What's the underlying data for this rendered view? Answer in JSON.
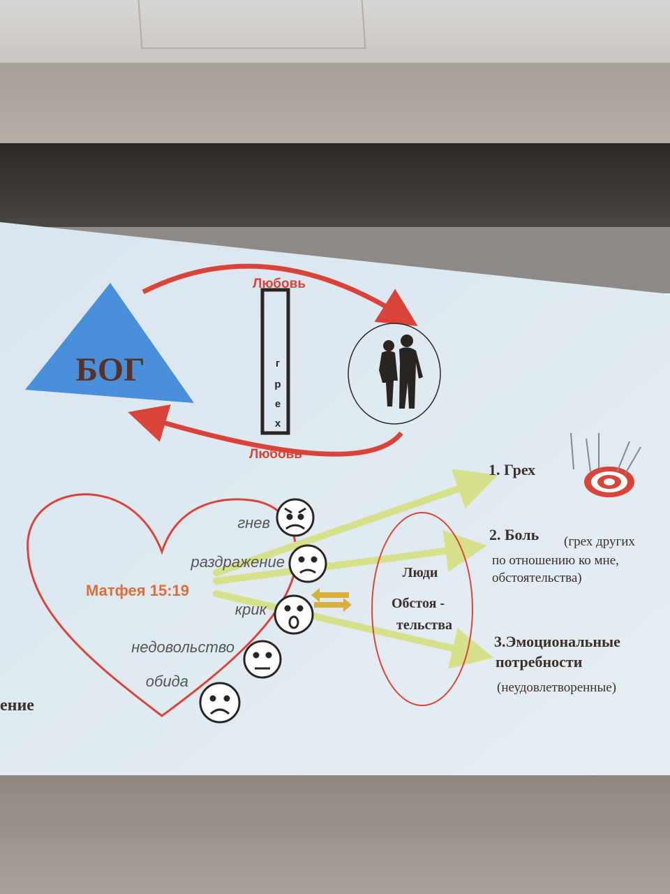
{
  "slide": {
    "god_label": "БОГ",
    "love_top": "Любовь",
    "love_bottom": "Любовь",
    "sin_letters": [
      "г",
      "р",
      "е",
      "х"
    ],
    "emotions": [
      "гнев",
      "раздражение",
      "крик",
      "недовольство",
      "обида"
    ],
    "scripture": "Матфея 15:19",
    "oval_people": "Люди",
    "oval_circ_1": "Обстоя -",
    "oval_circ_2": "тельства",
    "item1": "1. Грех",
    "item2_bold": "2. Боль",
    "item2_rest_1": "(грех других",
    "item2_rest_2": "по отношению ко мне,",
    "item2_rest_3": "обстоятельства)",
    "item3_1": "3.Эмоциональные",
    "item3_2": "потребности",
    "item3_3": "(неудовлетворенные)",
    "left_cut": "ение"
  },
  "colors": {
    "screen": "#dde8ef",
    "triangle": "#4a8fd9",
    "arrow_red": "#d9443a",
    "heart": "#d9443a",
    "yellow_arrow": "#d7e08a",
    "orange_text": "#d9703a",
    "dark_text": "#3a2f2a"
  }
}
